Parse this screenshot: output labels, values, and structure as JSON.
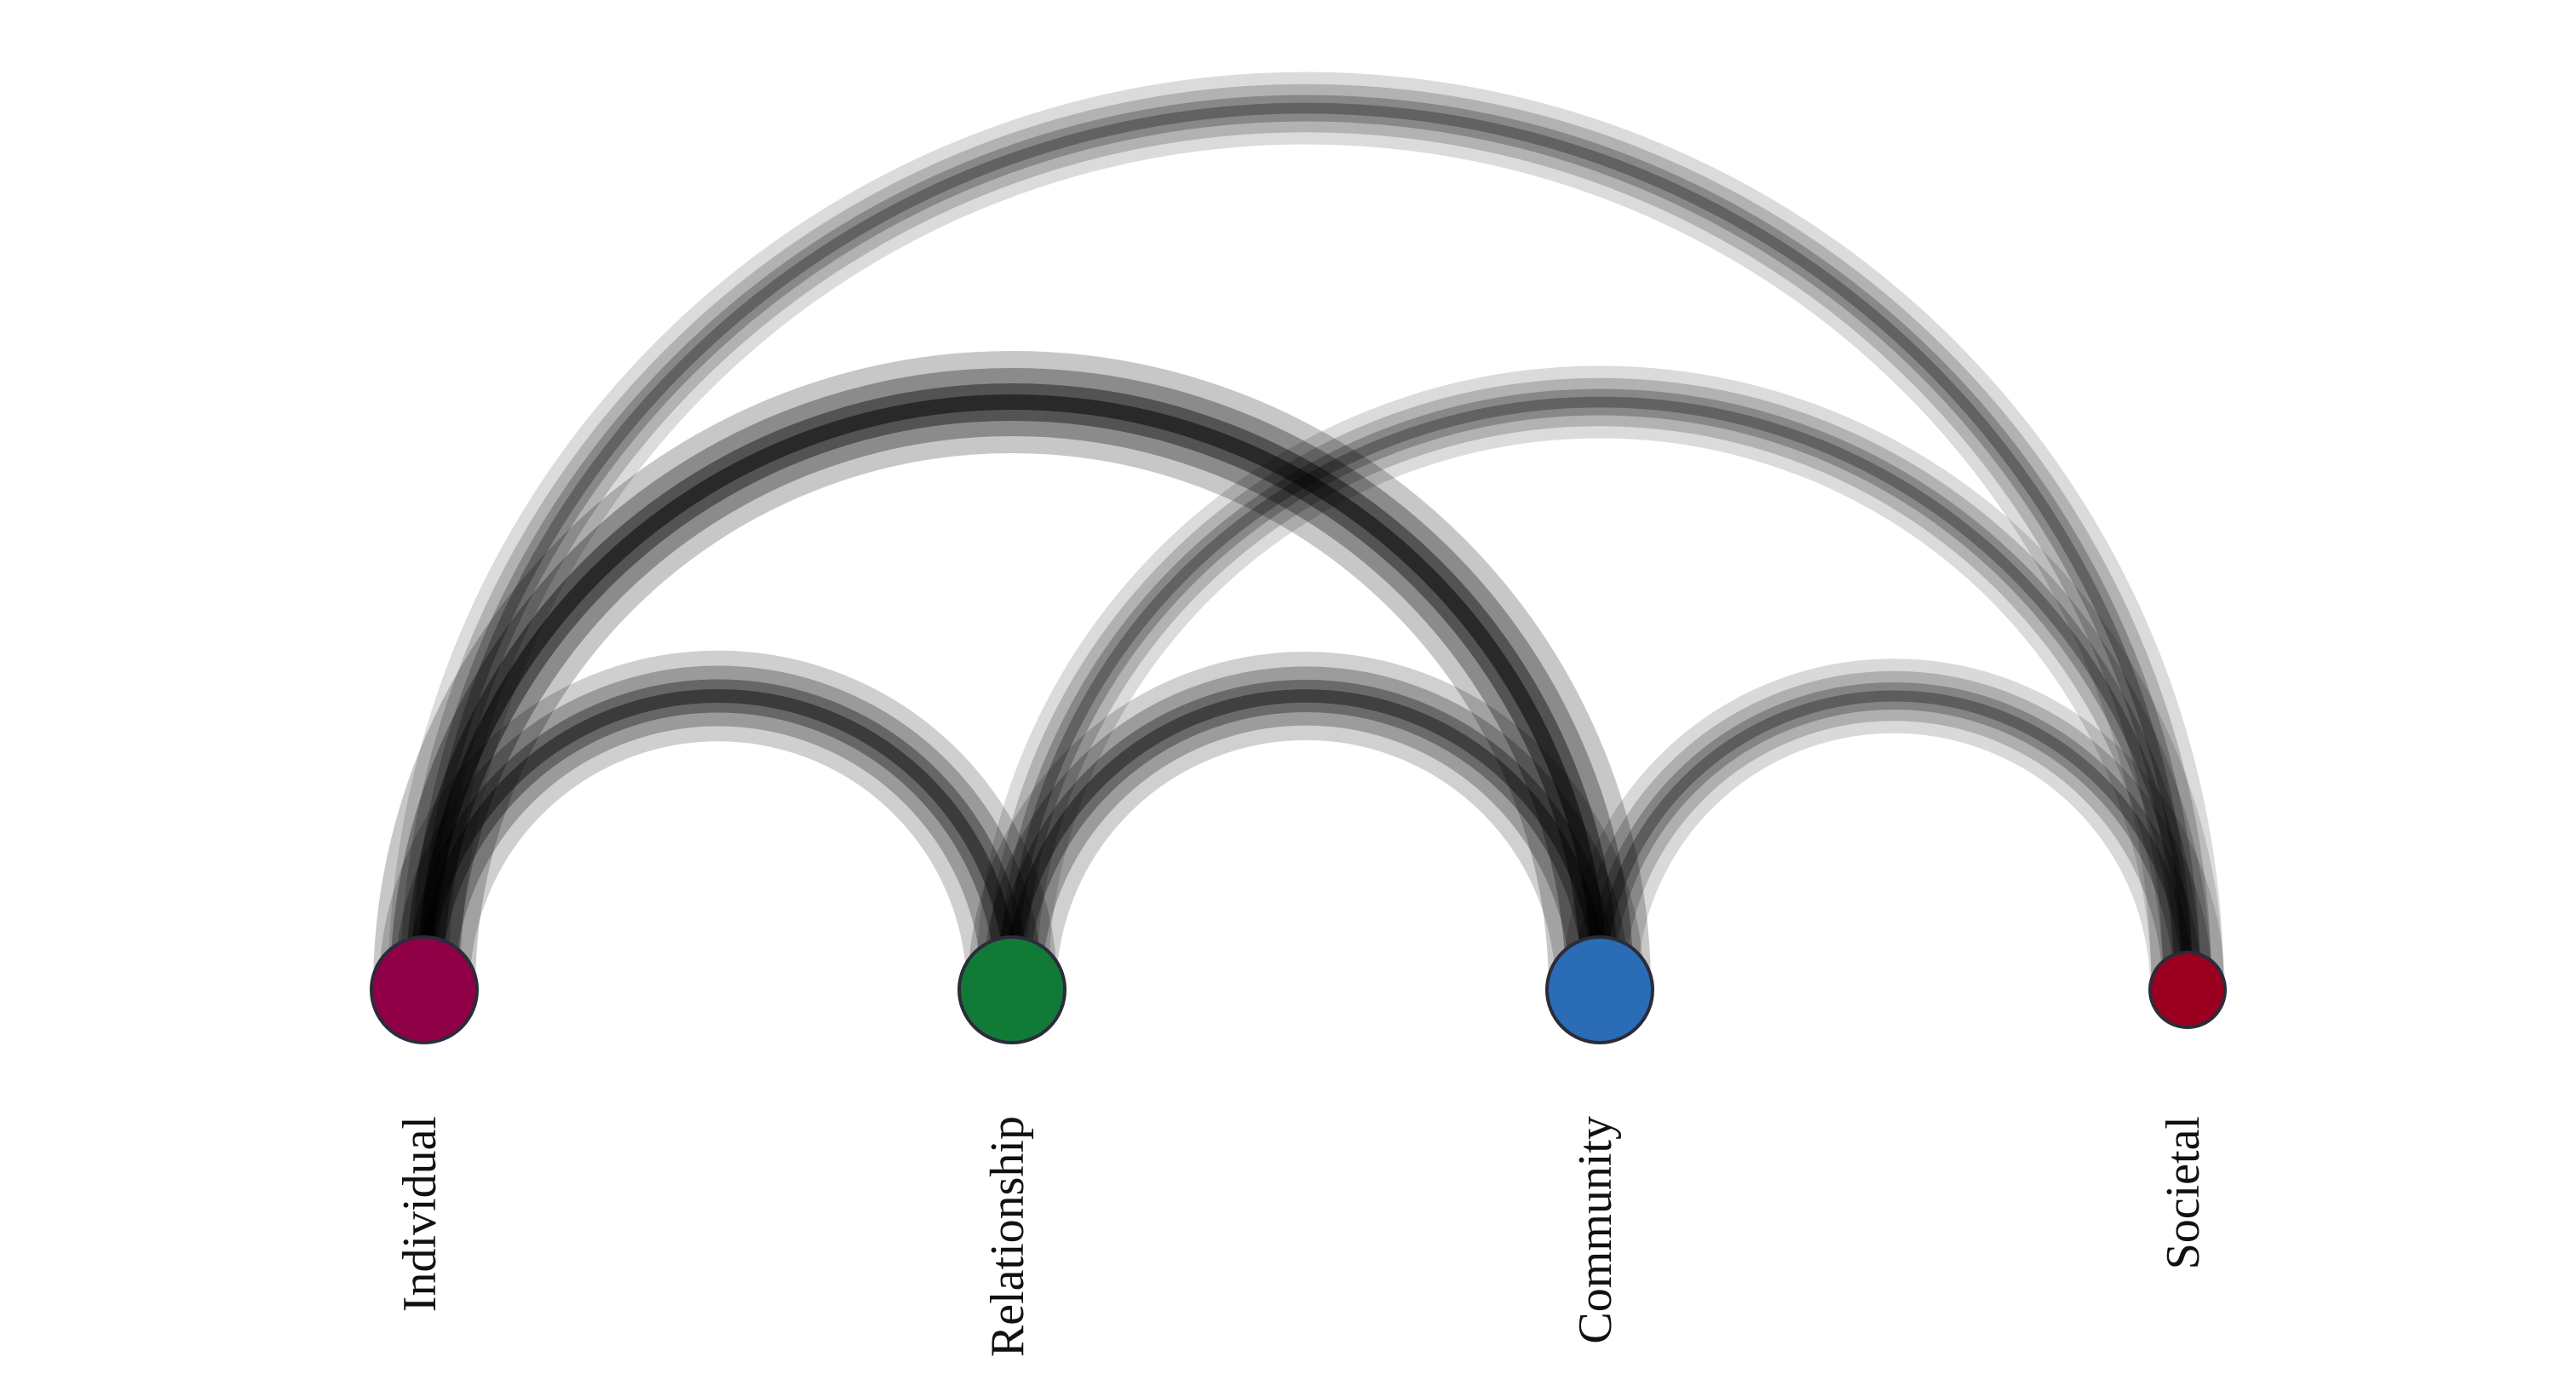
{
  "diagram": {
    "type": "arc-diagram",
    "nodes": [
      {
        "id": "individual",
        "label": "Individual",
        "color": "#8f0046",
        "size": "large"
      },
      {
        "id": "relationship",
        "label": "Relationship",
        "color": "#117a37",
        "size": "large"
      },
      {
        "id": "community",
        "label": "Community",
        "color": "#2a6cb5",
        "size": "large"
      },
      {
        "id": "societal",
        "label": "Societal",
        "color": "#9b0020",
        "size": "small"
      }
    ],
    "edges": [
      {
        "source": "individual",
        "target": "relationship",
        "weight": 0.75
      },
      {
        "source": "individual",
        "target": "community",
        "weight": 1.0
      },
      {
        "source": "individual",
        "target": "societal",
        "weight": 0.35
      },
      {
        "source": "relationship",
        "target": "community",
        "weight": 0.7
      },
      {
        "source": "relationship",
        "target": "societal",
        "weight": 0.35
      },
      {
        "source": "community",
        "target": "societal",
        "weight": 0.4
      }
    ],
    "edge_color": "#000000"
  }
}
